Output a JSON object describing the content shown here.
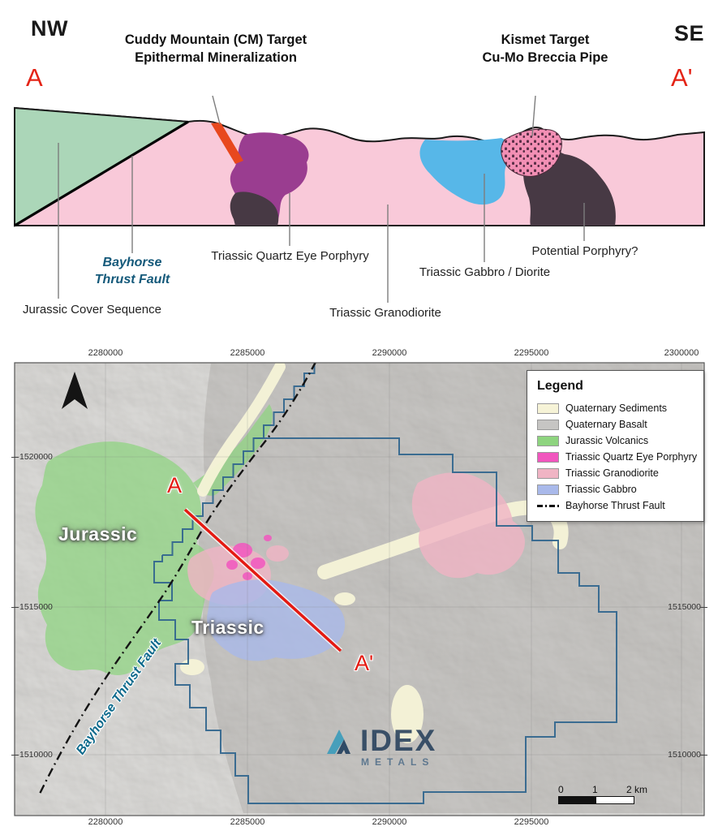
{
  "colors": {
    "accent_red": "#e41a12",
    "claim_boundary": "#34678e",
    "fault_black": "#141414",
    "leader_gray": "#7d7d7d"
  },
  "cross_section": {
    "direction_left": "NW",
    "direction_right": "SE",
    "endpoint_left": "A",
    "endpoint_right": "A'",
    "targets": [
      {
        "line1": "Cuddy Mountain (CM) Target",
        "line2": "Epithermal Mineralization"
      },
      {
        "line1": "Kismet Target",
        "line2": "Cu-Mo Breccia Pipe"
      }
    ],
    "unit_labels": {
      "bayhorse_line1": "Bayhorse",
      "bayhorse_line2": "Thrust Fault",
      "quartz_eye": "Triassic Quartz Eye Porphyry",
      "gabbro": "Triassic Gabbro / Diorite",
      "potential_porphyry": "Potential Porphyry?",
      "jurassic_cover": "Jurassic Cover Sequence",
      "granodiorite": "Triassic Granodiorite"
    },
    "unit_colors": {
      "jurassic_cover": "#abd6b8",
      "granodiorite": "#f9c9d9",
      "quartz_eye_porphyry": "#9a3d90",
      "gabbro_diorite": "#57b7e8",
      "dark_porphyry": "#473944",
      "epithermal_vein": "#e8481e",
      "breccia_pink": "#f28fb4"
    }
  },
  "map": {
    "coords_top": [
      "2280000",
      "2285000",
      "2290000",
      "2295000",
      "2300000"
    ],
    "coords_bottom": [
      "2280000",
      "2285000",
      "2290000",
      "2295000"
    ],
    "coords_left": [
      "1520000",
      "1515000",
      "1510000"
    ],
    "coords_right": [
      "1515000",
      "1510000"
    ],
    "legend": {
      "title": "Legend",
      "items": [
        {
          "label": "Quaternary Sediments",
          "color": "#f6f3d7"
        },
        {
          "label": "Quaternary Basalt",
          "color": "#c6c5c3"
        },
        {
          "label": "Jurassic Volcanics",
          "color": "#8ed47f"
        },
        {
          "label": "Triassic Quartz Eye Porphyry",
          "color": "#f156be"
        },
        {
          "label": "Triassic Granodiorite",
          "color": "#f0b4c4"
        },
        {
          "label": "Triassic Gabbro",
          "color": "#a9b9ea"
        },
        {
          "label": "Bayhorse Thrust Fault",
          "color": "#111111",
          "swatch": "line"
        }
      ]
    },
    "labels": {
      "jurassic": "Jurassic",
      "triassic": "Triassic",
      "fault": "Bayhorse Thrust Fault",
      "section_start": "A",
      "section_end": "A'"
    },
    "scale_bar": {
      "tick0": "0",
      "tick1": "1",
      "tick2": "2 km"
    },
    "logo": {
      "name": "IDEX",
      "subtitle": "METALS"
    }
  }
}
